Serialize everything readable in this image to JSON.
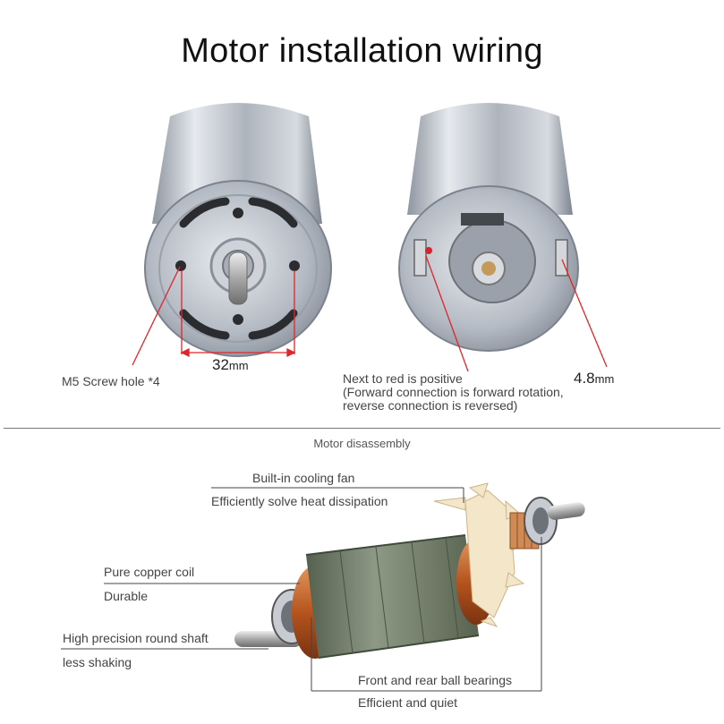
{
  "title": "Motor installation wiring",
  "front_view": {
    "screw_label": "M5 Screw hole *4",
    "hole_spacing_value": "32",
    "hole_spacing_unit": "mm"
  },
  "rear_view": {
    "polarity_label": "Next to red is positive",
    "polarity_note_1": "(Forward connection is forward rotation,",
    "polarity_note_2": "reverse connection is reversed)",
    "terminal_value": "4.8",
    "terminal_unit": "mm"
  },
  "section_title": "Motor disassembly",
  "callouts": {
    "fan_title": "Built-in cooling fan",
    "fan_desc": "Efficiently solve heat dissipation",
    "coil_title": "Pure copper coil",
    "coil_desc": "Durable",
    "shaft_title": "High precision round shaft",
    "shaft_desc": "less shaking",
    "bearing_title": "Front and rear ball bearings",
    "bearing_desc": "Efficient and quiet"
  },
  "colors": {
    "annotation_red": "#e0262a",
    "metal": "#b9bfc8",
    "copper": "#c0622a",
    "stator_green": "#6f7f66",
    "fan": "#f4e6c8"
  }
}
